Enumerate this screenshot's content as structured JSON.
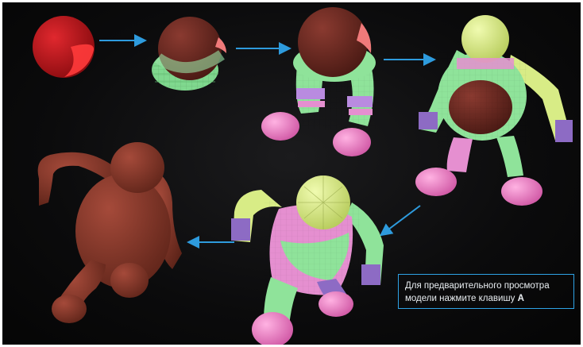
{
  "caption": {
    "line1": "Для предварительного просмотра",
    "line2_prefix": "модели нажмите клавишу",
    "key": "A"
  },
  "colors": {
    "arrow": "#2e9bdd",
    "caption_border": "#2ea3e6",
    "background": "#0b0b0c",
    "final_model": "#8a3a2e",
    "sphere_red": "#c4161c",
    "head_brown": "#6b2a22",
    "mesh_green": "#8fe39a",
    "mesh_pink": "#e87bbf",
    "mesh_purple": "#8d6bc4",
    "mesh_yellow": "#d8ec86"
  },
  "icons": [
    "arrow-right-icon",
    "arrow-left-icon",
    "arrow-down-left-icon"
  ]
}
